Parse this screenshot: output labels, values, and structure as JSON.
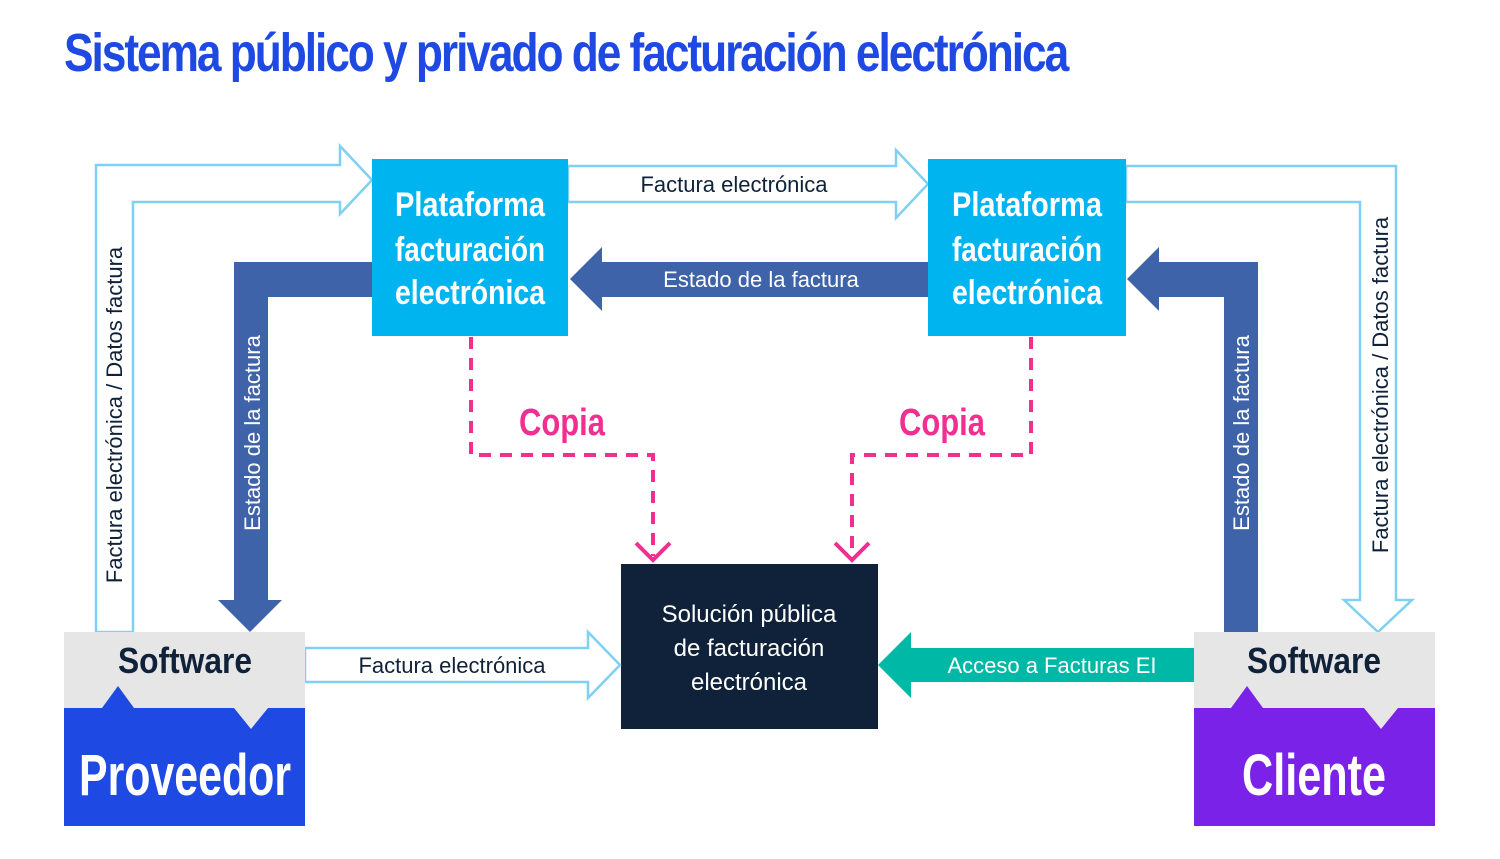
{
  "title": "Sistema público y privado de facturación electrónica",
  "platform_left": {
    "lines": [
      "Plataforma",
      "facturación",
      "electrónica"
    ]
  },
  "platform_right": {
    "lines": [
      "Plataforma",
      "facturación",
      "electrónica"
    ]
  },
  "public_solution": {
    "lines": [
      "Solución pública",
      "de facturación",
      "electrónica"
    ]
  },
  "provider": {
    "software": "Software",
    "name": "Proveedor"
  },
  "client": {
    "software": "Software",
    "name": "Cliente"
  },
  "arrows": {
    "top_right": "Factura electrónica",
    "top_left": "Estado de la factura",
    "provider_up": "Factura electrónica / Datos factura",
    "provider_down": "Estado de la factura",
    "client_up": "Estado de la factura",
    "client_down": "Factura electrónica / Datos factura",
    "provider_to_public": "Factura electrónica",
    "client_to_public": "Acceso a Facturas EI"
  },
  "copy_left": "Copia",
  "copy_right": "Copia",
  "colors": {
    "title": "#1e49e2",
    "platform": "#00b4f0",
    "dark_arrow": "#3f63a8",
    "outline_arrow": "#7fd0f2",
    "public_solution": "#0f2239",
    "provider": "#1e49e2",
    "client": "#7b22e8",
    "software_bg": "#e6e6e6",
    "copy": "#f02f90",
    "access_arrow": "#00b8a6"
  }
}
